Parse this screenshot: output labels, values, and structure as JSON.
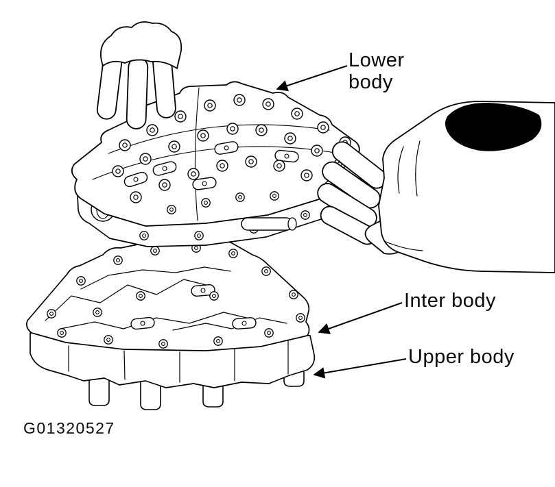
{
  "labels": {
    "lower_body_line1": "Lower",
    "lower_body_line2": "body",
    "inter_body": "Inter body",
    "upper_body": "Upper body"
  },
  "figure_code": "G01320527",
  "colors": {
    "ink": "#000000",
    "background": "#ffffff"
  }
}
